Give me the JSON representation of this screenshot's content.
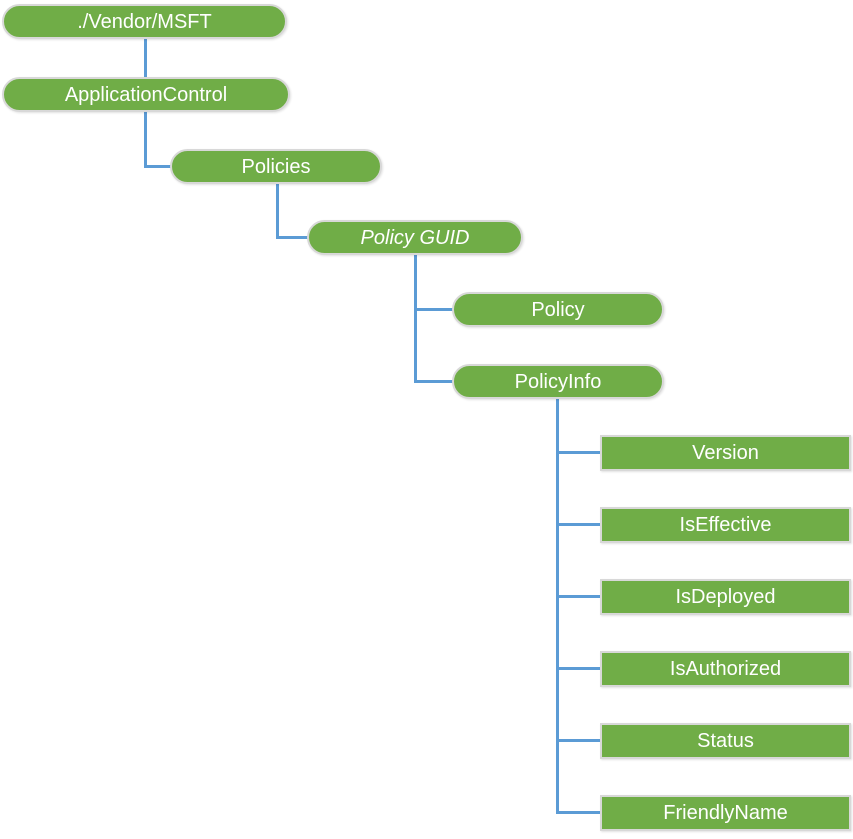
{
  "diagram": {
    "type": "tree",
    "colors": {
      "node_fill": "#70AD47",
      "node_border": "#D8D8D8",
      "connector": "#5B9BD5",
      "text": "#FFFFFF",
      "background": "#FFFFFF"
    },
    "nodes": [
      {
        "label": "./Vendor/MSFT",
        "shape": "pill",
        "style": "normal",
        "level": 0,
        "parent": null
      },
      {
        "label": "ApplicationControl",
        "shape": "pill",
        "style": "normal",
        "level": 1,
        "parent": "./Vendor/MSFT"
      },
      {
        "label": "Policies",
        "shape": "pill",
        "style": "normal",
        "level": 2,
        "parent": "ApplicationControl"
      },
      {
        "label": "Policy GUID",
        "shape": "pill",
        "style": "italic",
        "level": 3,
        "parent": "Policies"
      },
      {
        "label": "Policy",
        "shape": "pill",
        "style": "normal",
        "level": 4,
        "parent": "Policy GUID"
      },
      {
        "label": "PolicyInfo",
        "shape": "pill",
        "style": "normal",
        "level": 4,
        "parent": "Policy GUID"
      },
      {
        "label": "Version",
        "shape": "rect",
        "style": "normal",
        "level": 5,
        "parent": "PolicyInfo"
      },
      {
        "label": "IsEffective",
        "shape": "rect",
        "style": "normal",
        "level": 5,
        "parent": "PolicyInfo"
      },
      {
        "label": "IsDeployed",
        "shape": "rect",
        "style": "normal",
        "level": 5,
        "parent": "PolicyInfo"
      },
      {
        "label": "IsAuthorized",
        "shape": "rect",
        "style": "normal",
        "level": 5,
        "parent": "PolicyInfo"
      },
      {
        "label": "Status",
        "shape": "rect",
        "style": "normal",
        "level": 5,
        "parent": "PolicyInfo"
      },
      {
        "label": "FriendlyName",
        "shape": "rect",
        "style": "normal",
        "level": 5,
        "parent": "PolicyInfo"
      }
    ]
  }
}
